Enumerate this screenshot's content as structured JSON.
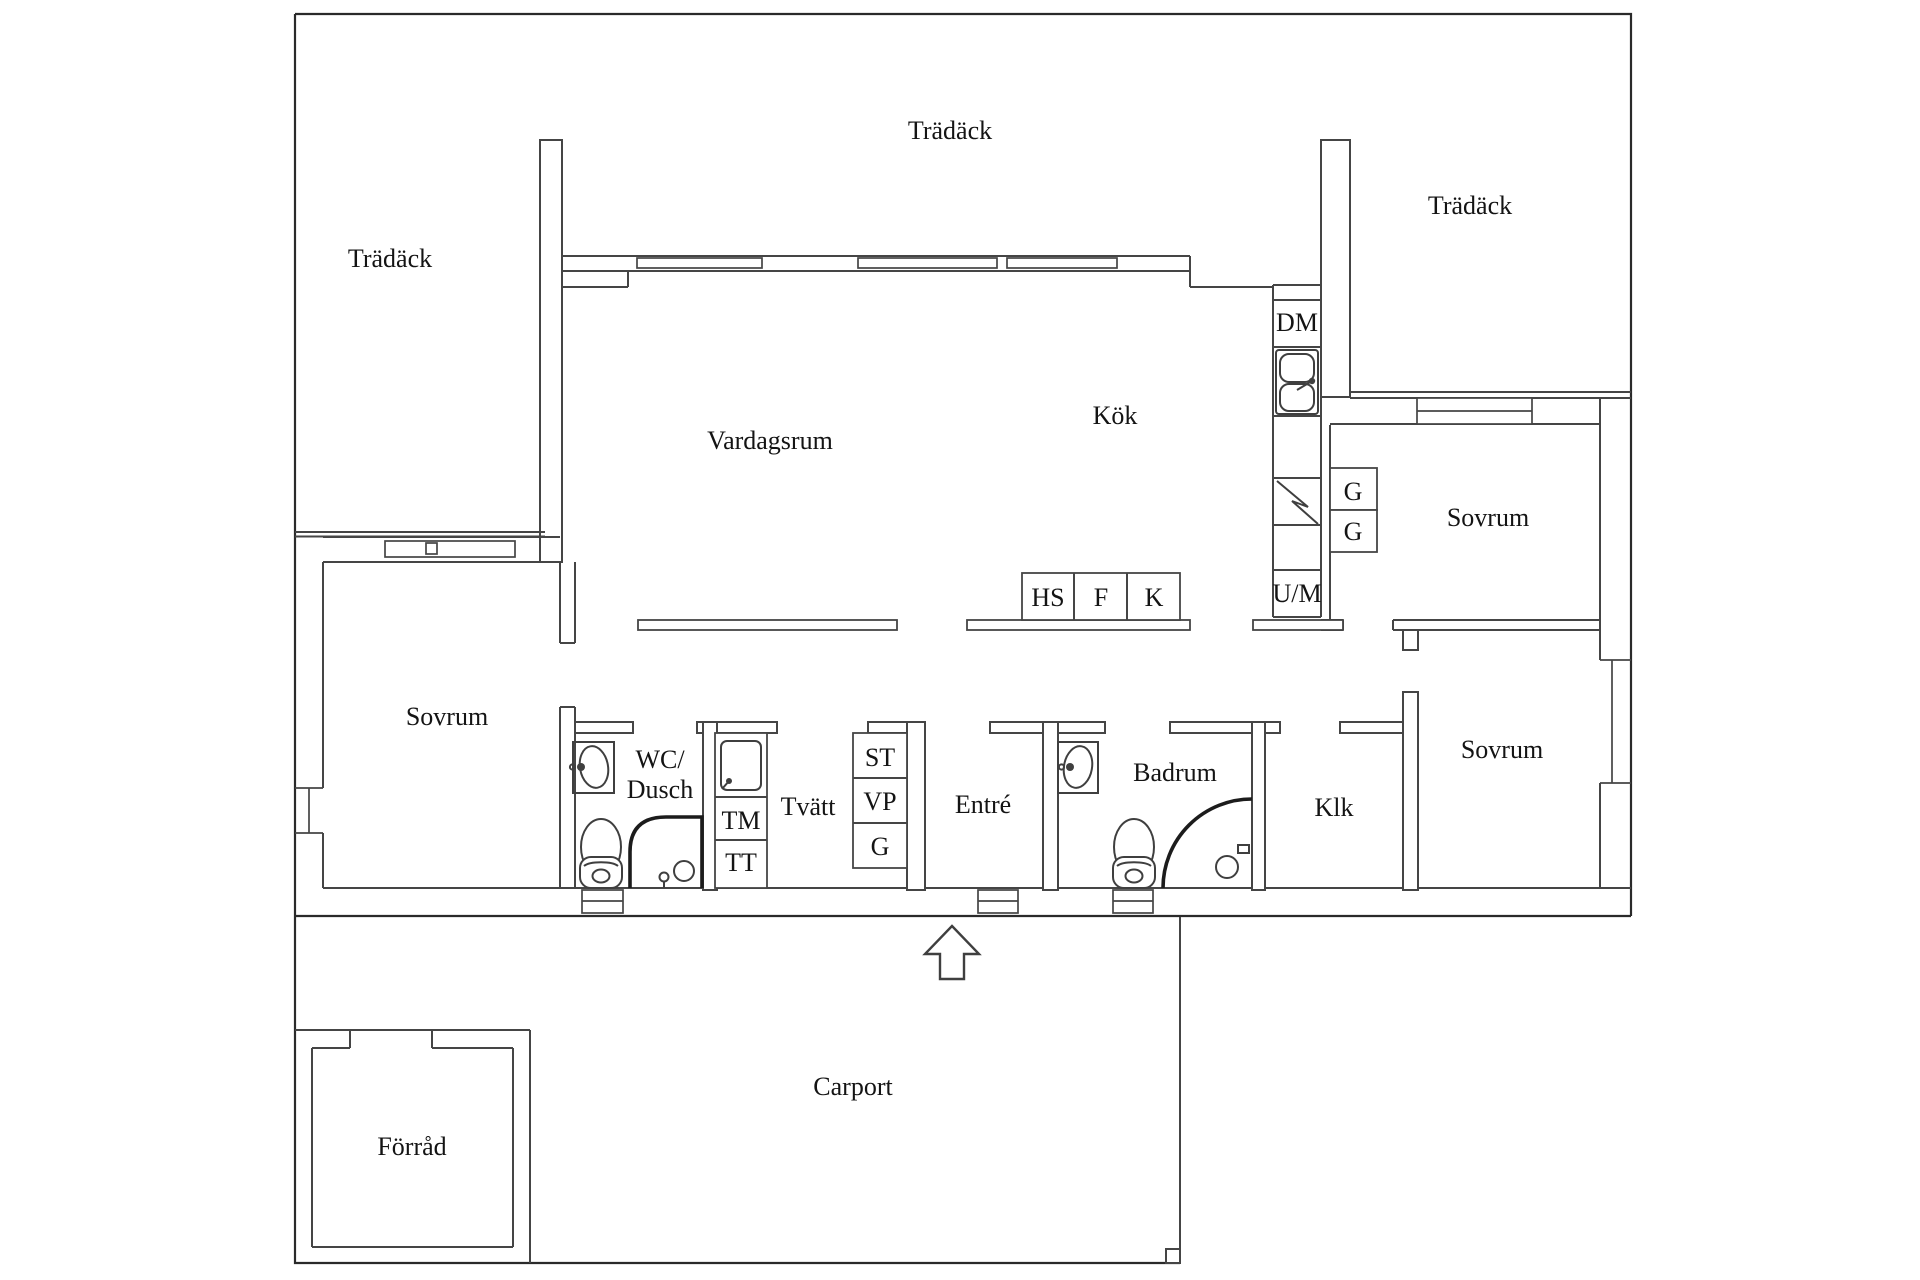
{
  "document_type": "floor-plan",
  "labels": {
    "deck_left": "Trädäck",
    "deck_top": "Trädäck",
    "deck_right": "Trädäck",
    "living_room": "Vardagsrum",
    "kitchen": "Kök",
    "bedroom_left": "Sovrum",
    "bedroom_north_east": "Sovrum",
    "bedroom_south_east": "Sovrum",
    "wc_line1": "WC/",
    "wc_line2": "Dusch",
    "laundry": "Tvätt",
    "entry": "Entré",
    "bathroom": "Badrum",
    "closet": "Klk",
    "storage": "Förråd",
    "carport": "Carport",
    "dishwasher": "DM",
    "oven_microwave": "U/M",
    "tall_cabinet": "HS",
    "freezer": "F",
    "fridge": "K",
    "wardrobe_1": "G",
    "wardrobe_2": "G",
    "laundry_st": "ST",
    "laundry_vp": "VP",
    "laundry_g": "G",
    "washing_machine": "TM",
    "dryer": "TT"
  },
  "colors": {
    "background": "#ffffff",
    "outer": "#2a2a2a",
    "wall": "#454545",
    "fixture": "#3f3f3f",
    "thick": "#1c1c1c",
    "text": "#141414"
  }
}
